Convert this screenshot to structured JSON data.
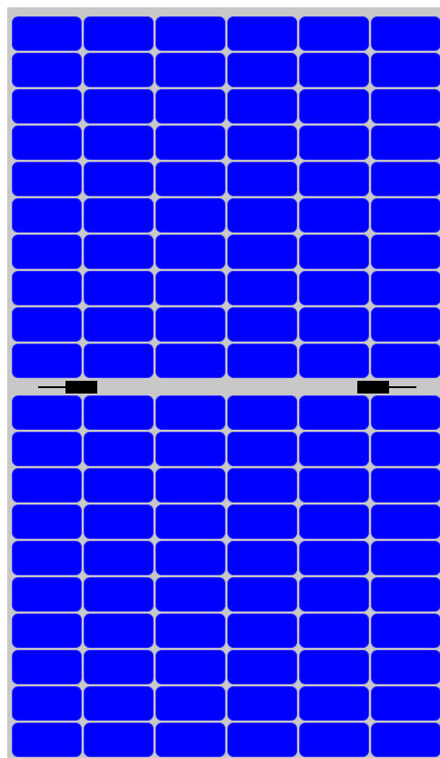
{
  "panel": {
    "columns": 6,
    "rows_per_half": 10,
    "halves": 2,
    "colors": {
      "cell": "#0000ff",
      "frame": "#c8c8c8",
      "junction_box": "#000000"
    },
    "icons": [
      "junction-box-icon",
      "lead-wire-icon"
    ]
  }
}
